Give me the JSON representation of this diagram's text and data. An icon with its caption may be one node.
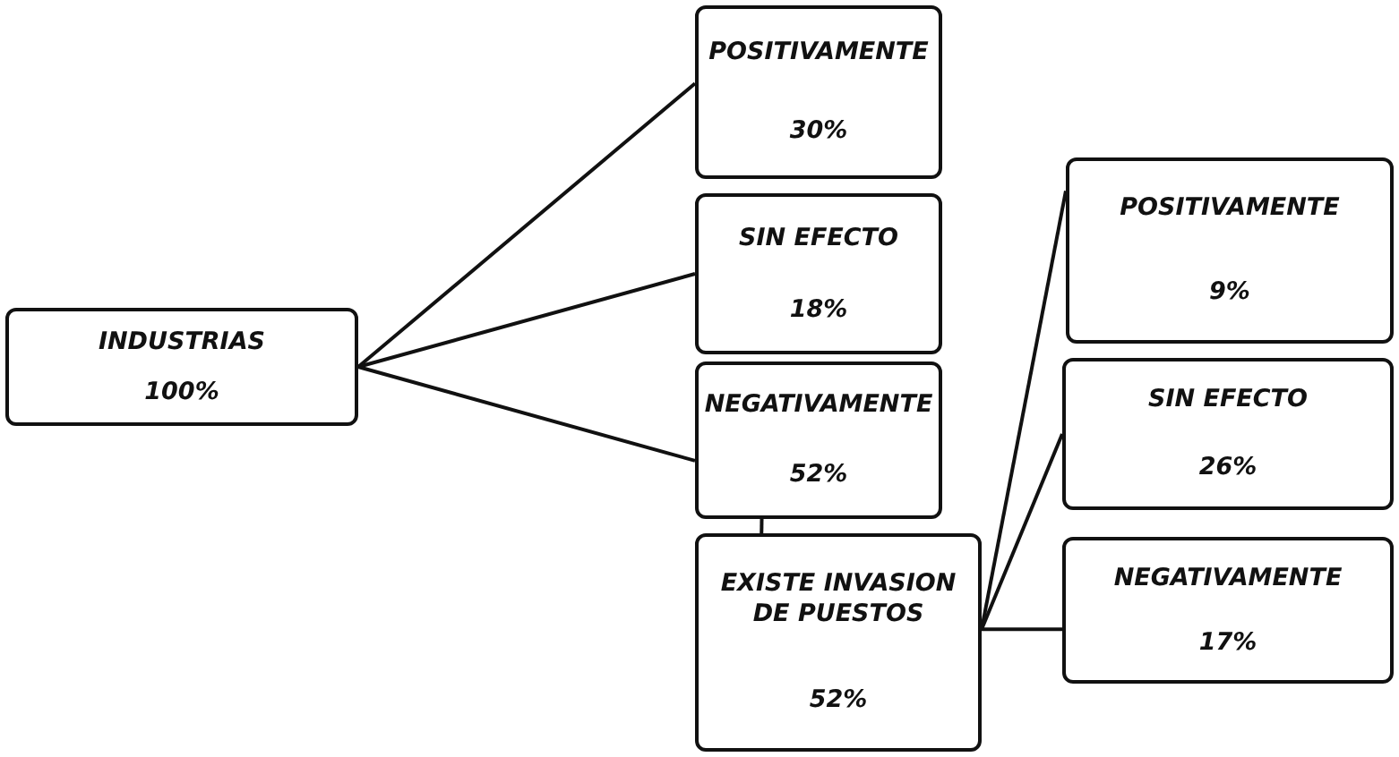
{
  "diagram": {
    "nodes": [
      {
        "text": [
          "INDUSTRIAS",
          "100%"
        ]
      },
      {
        "text": [
          "POSITIVAMENTE",
          "30%"
        ]
      },
      {
        "text": [
          "SIN EFECTO",
          "18%"
        ]
      },
      {
        "text": [
          "NEGATIVAMENTE",
          "52%"
        ]
      },
      {
        "text": [
          "EXISTE INVASION DE PUESTOS",
          "52%"
        ]
      },
      {
        "text": [
          "POSITIVAMENTE",
          "9%"
        ]
      },
      {
        "text": [
          "SIN EFECTO",
          "26%"
        ]
      },
      {
        "text": [
          "NEGATIVAMENTE",
          "17%"
        ]
      }
    ],
    "edges": [
      {
        "from": 0,
        "to": 1,
        "arrow": "none"
      },
      {
        "from": 0,
        "to": 2,
        "arrow": "none"
      },
      {
        "from": 0,
        "to": 3,
        "arrow": "none"
      },
      {
        "from": 3,
        "to": 4,
        "arrow": "none"
      },
      {
        "from": 4,
        "to": 5,
        "arrow": "none"
      },
      {
        "from": 4,
        "to": 6,
        "arrow": "none"
      },
      {
        "from": 4,
        "to": 7,
        "arrow": "none"
      }
    ]
  }
}
